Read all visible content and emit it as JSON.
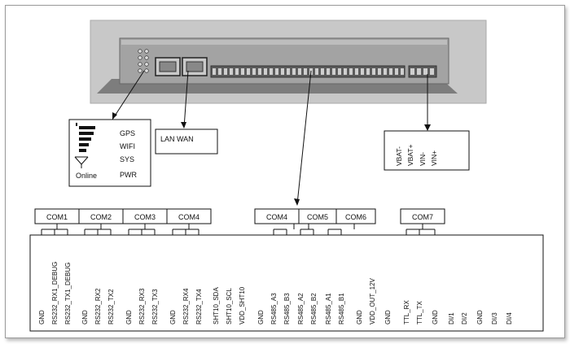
{
  "device": {
    "leds": [
      {
        "name": "GPS"
      },
      {
        "name": "WIFI"
      },
      {
        "name": "SYS"
      },
      {
        "name": "PWR"
      }
    ],
    "online_label": "Online",
    "lan_wan_label": "LAN WAN",
    "power_pins": [
      "VBAT-",
      "VBAT+",
      "VIN-",
      "VIN+"
    ]
  },
  "com_ports": [
    "COM1",
    "COM2",
    "COM3",
    "COM4",
    "COM4",
    "COM5",
    "COM6",
    "COM7"
  ],
  "pins": [
    "GND",
    "RS232_RX1_DEBUG",
    "RS232_TX1_DEBUG",
    "GND",
    "RS232_RX2",
    "RS232_TX2",
    "GND",
    "RS232_RX3",
    "RS232_TX3",
    "GND",
    "RS232_RX4",
    "RS232_TX4",
    "SHT10_SDA",
    "SHT10_SCL",
    "VDD_SHT10",
    "GND",
    "RS485_A3",
    "RS485_B3",
    "RS485_A2",
    "RS485_B2",
    "RS485_A1",
    "RS485_B1",
    "GND",
    "VDD_OUT_12V",
    "GND",
    "TTL_RX",
    "TTL_TX",
    "GND",
    "DI/1",
    "DI/2",
    "GND",
    "DI/3",
    "DI/4"
  ],
  "colors": {
    "device_bg": "#c6c6c6",
    "device_body": "#9f9f9f",
    "line": "#111111"
  }
}
